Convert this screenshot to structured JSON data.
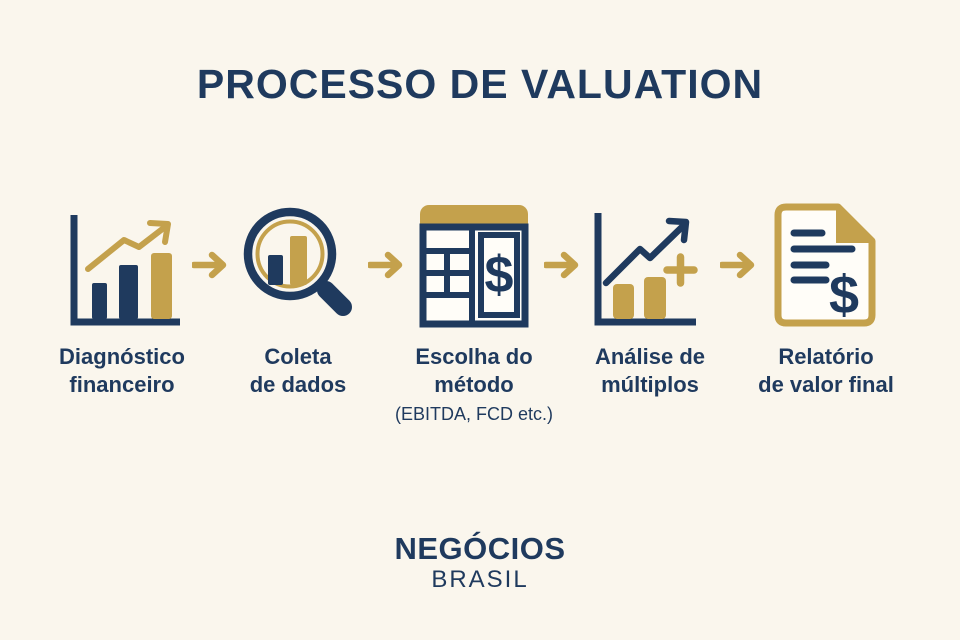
{
  "title": "PROCESSO DE VALUATION",
  "colors": {
    "navy": "#1f3a5e",
    "gold": "#c4a14c",
    "bg": "#faf6ed"
  },
  "dollar_symbol": "$",
  "steps": [
    {
      "icon": "bar-chart-growth-icon",
      "line1": "Diagnóstico",
      "line2": "financeiro"
    },
    {
      "icon": "magnifier-bar-chart-icon",
      "line1": "Coleta",
      "line2": "de dados"
    },
    {
      "icon": "calculator-dollar-icon",
      "line1": "Escolha do",
      "line2": "método",
      "note": "(EBITDA, FCD etc.)"
    },
    {
      "icon": "growth-arrow-plus-icon",
      "line1": "Análise de",
      "line2": "múltiplos"
    },
    {
      "icon": "document-dollar-icon",
      "line1": "Relatório",
      "line2": "de valor final"
    }
  ],
  "footer": {
    "line1": "NEGÓCIOS",
    "line2": "BRASIL"
  }
}
